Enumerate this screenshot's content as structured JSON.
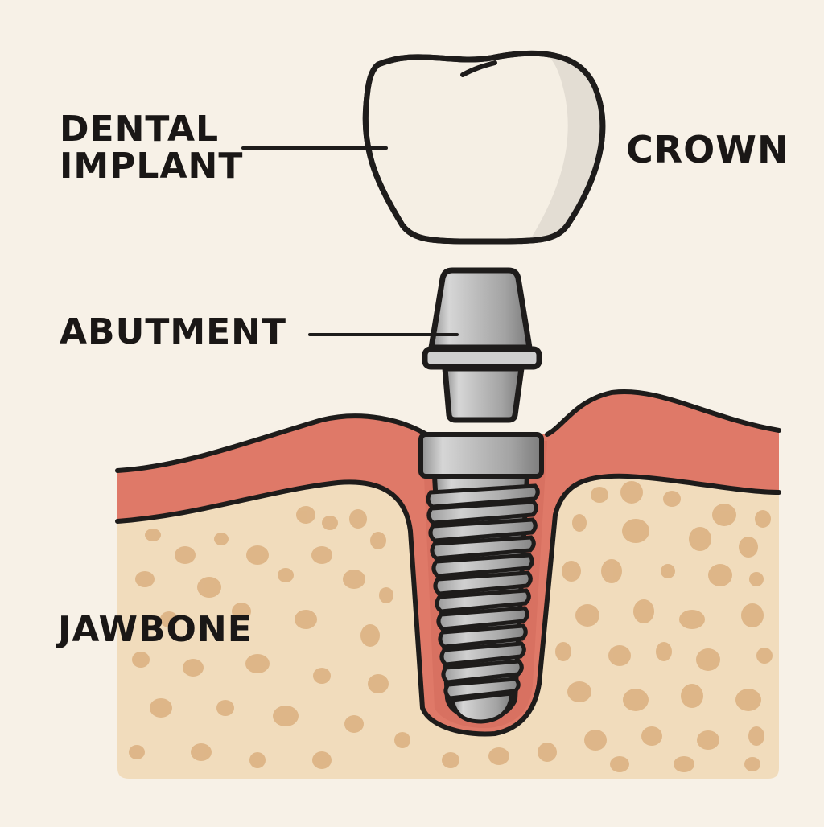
{
  "diagram": {
    "title": "Dental implant anatomy",
    "labels": {
      "dental_implant_line1": "DENTAL",
      "dental_implant_line2": "IMPLANT",
      "crown": "CROWN",
      "abutment": "ABUTMENT",
      "jawbone": "JAWBONE"
    },
    "parts": [
      {
        "id": "crown",
        "name": "Crown",
        "color": "#f5efe4"
      },
      {
        "id": "abutment",
        "name": "Abutment",
        "color": "#b9b9b9"
      },
      {
        "id": "implant-fixture",
        "name": "Implant screw",
        "color": "#a9a9a9",
        "thread_count": 12
      },
      {
        "id": "gum",
        "name": "Gum tissue",
        "color": "#df7968"
      },
      {
        "id": "jawbone",
        "name": "Jawbone",
        "color": "#f1dcbc",
        "pore_color": "#dcb283"
      }
    ],
    "colors": {
      "background": "#f7f1e7",
      "outline": "#1e1c1b",
      "text": "#1a1716"
    }
  }
}
